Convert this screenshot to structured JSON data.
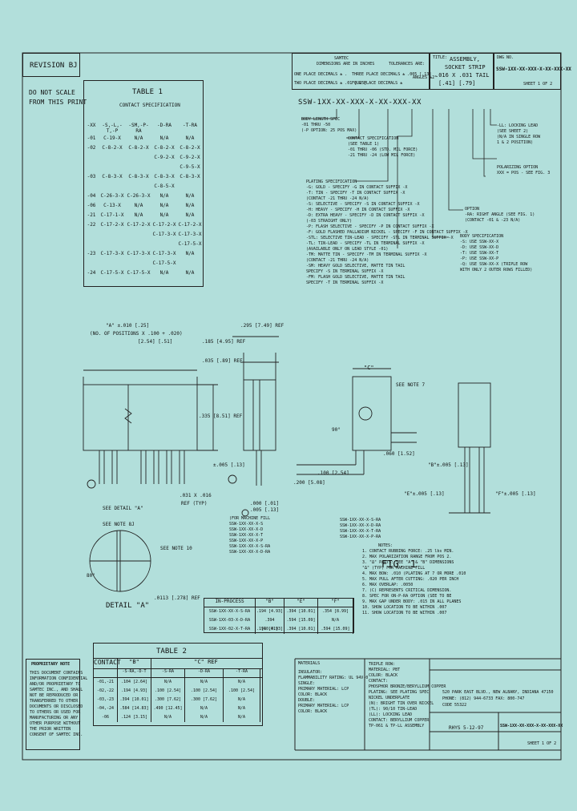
{
  "revision": "REVISION BJ",
  "do_not_scale": [
    "DO NOT SCALE",
    "FROM THIS PRINT"
  ],
  "table1": {
    "title": "TABLE 1",
    "subtitle": "CONTACT SPECIFICATION",
    "headers": [
      "-XX",
      "-S,-L,-T,-P",
      "-SM,-P-RA",
      "-D-RA",
      "-T-RA"
    ],
    "rows": [
      [
        "-01",
        "C-19-X",
        "N/A",
        "N/A",
        "N/A"
      ],
      [
        "-02",
        "C-8-2-X",
        "C-8-2-X",
        "C-8-2-X",
        "C-8-2-X"
      ],
      [
        "",
        "",
        "",
        "C-9-2-X",
        "C-9-2-X"
      ],
      [
        "",
        "",
        "",
        "",
        "C-9-5-X"
      ],
      [
        "-03",
        "C-8-3-X",
        "C-8-3-X",
        "C-8-3-X",
        "C-8-3-X"
      ],
      [
        "",
        "",
        "",
        "C-8-5-X",
        ""
      ],
      [
        "-04",
        "C-26-3-X",
        "C-26-3-X",
        "N/A",
        "N/A"
      ],
      [
        "-06",
        "C-13-X",
        "N/A",
        "N/A",
        "N/A"
      ],
      [
        "-21",
        "C-17-1-X",
        "N/A",
        "N/A",
        "N/A"
      ],
      [
        "-22",
        "C-17-2-X",
        "C-17-2-X",
        "C-17-2-X",
        "C-17-2-X"
      ],
      [
        "",
        "",
        "",
        "C-17-3-X",
        "C-17-3-X"
      ],
      [
        "",
        "",
        "",
        "",
        "C-17-5-X"
      ],
      [
        "-23",
        "C-17-3-X",
        "C-17-3-X",
        "C-17-3-X",
        "N/A"
      ],
      [
        "",
        "",
        "",
        "C-17-5-X",
        ""
      ],
      [
        "-24",
        "C-17-5-X",
        "C-17-5-X",
        "N/A",
        "N/A"
      ]
    ]
  },
  "tolerance": {
    "company": "SAMTEC",
    "lines": [
      "DIMENSIONS ARE IN INCHES",
      "TOLERANCES ARE:"
    ],
    "left": [
      "ONE PLACE DECIMALS ± .",
      "TWO PLACE DECIMALS ± .01 [.25]"
    ],
    "right": [
      "THREE PLACE DECIMALS ± .005 [.13]",
      "FOUR PLACE DECIMALS ±"
    ],
    "angles": "ANGLES ±2°"
  },
  "title_box": {
    "label": "TITLE:",
    "lines": [
      "ASSEMBLY,",
      "SOCKET STRIP",
      ".016 X .031 TAIL",
      "[.41] [.79]"
    ]
  },
  "dwg_box": {
    "label": "DWG NO.",
    "number": "SSW-1XX-XX-XXX-X-XX-XXX-XX",
    "sheet": "SHEET 1 OF 2"
  },
  "part_code": "SSW-1XX-XX-XXX-X-XX-XXX-XX",
  "callouts": [
    {
      "key": "body_length",
      "lines": [
        "BODY LENGTH SPEC",
        "-01 THRU -50",
        "(-P OPTION: 25 POS MAX)"
      ]
    },
    {
      "key": "contact_spec",
      "lines": [
        "CONTACT SPECIFICATION",
        "(SEE TABLE 1)",
        "-01 THRU -06 (STD. MIL FORCE)",
        "-21 THRU -24 (LOW MIL FORCE)"
      ]
    },
    {
      "key": "plating",
      "lines": [
        "PLATING SPECIFICATION",
        "-G: GOLD - SPECIFY -G IN CONTACT SUFFIX -X",
        "-T: TIN - SPECIFY -T IN CONTACT SUFFIX -X",
        "(CONTACT -21 THRU -24 N/A)",
        "-S: SELECTIVE - SPECIFY -S IN CONTACT SUFFIX -X",
        "-H: HEAVY - SPECIFY -H IN CONTACT SUFFIX -X",
        "-D: EXTRA HEAVY - SPECIFY -D IN CONTACT SUFFIX -X",
        "(-03 STRAIGHT ONLY)",
        "-P: FLASH SELECTIVE - SPECIFY -P IN CONTACT SUFFIX -X",
        "-F: GOLD FLASHED PALLADIUM NICKEL - SPECIFY -F IN CONTACT SUFFIX -X",
        "-STL: SELECTIVE TIN-LEAD - SPECIFY -STL IN TERMINAL SUFFIX -X",
        "-TL: TIN-LEAD - SPECIFY -TL IN TERMINAL SUFFIX -X",
        "(AVAILABLE ONLY ON LEAD STYLE -01)",
        "-TM: MATTE TIN - SPECIFY -TM IN TERMINAL SUFFIX -X",
        "(CONTACT -21 THRU -24 N/A)",
        "-SM: HEAVY GOLD SELECTIVE, MATTE TIN TAIL",
        "SPECIFY -S IN TERMINAL SUFFIX -X",
        "-FM: FLASH GOLD SELECTIVE, MATTE TIN TAIL",
        "SPECIFY -T IN TERMINAL SUFFIX -X"
      ]
    },
    {
      "key": "body_spec",
      "lines": [
        "BODY SPECIFICATION",
        "-S: USE SSW-XX-X",
        "-D: USE SSW-XX-D",
        "-T: USE SSW-XX-T",
        "-P: USE SSW-XX-P",
        "-Q: USE SSW-XX-X (TRIPLE ROW",
        "WITH ONLY 2 OUTER ROWS FILLED)"
      ]
    },
    {
      "key": "option",
      "lines": [
        "OPTION",
        "-RA: RIGHT ANGLE (SEE FIG. 1)",
        "(CONTACT -01 & -23 N/A)"
      ]
    },
    {
      "key": "polarizing",
      "lines": [
        "POLARIZING OPTION",
        "XXX = POS - SEE FIG. 3"
      ]
    },
    {
      "key": "locking",
      "lines": [
        "-LL: LOCKING LEAD",
        "(SEE SHEET 2)",
        "(N/A IN SINGLE ROW",
        "1 & 2 POSITION)"
      ]
    }
  ],
  "fig1_dims": {
    "a_label": "\"A\" ±.010 [.25]",
    "a_calc": "(NO. OF POSITIONS X .100 + .020)",
    "a_pitch": "[2.54] [.51]",
    "d_185": ".185 [4.95] REF",
    "d_295": ".295 [7.49] REF",
    "d_035": ".035 [.89] REF",
    "d_335": ".335 [8.51] REF",
    "c_label": "\"C\"",
    "see_note7": "SEE NOTE 7",
    "angle": "90°",
    "d_060": ".060 [1.52]",
    "d_100": ".100 [2.54]",
    "d_200": ".200 [5.08]",
    "b_tol": "\"B\"±.005 [.13]",
    "e_tol": "\"E\"±.005 [.13]",
    "f_tol": "\"F\"±.005 [.13]",
    "d_005": "±.005 [.13]",
    "d_031": ".031 X .016",
    "ref_typ": "REF (TYP)",
    "see_detail_a": "SEE DETAIL \"A\"",
    "see_note_8j": "SEE NOTE 8J",
    "see_note_10": "SEE NOTE 10",
    "d_0113": ".0113 [.278] REF",
    "angle_80": "80°",
    "detail_a": "DETAIL \"A\"",
    "machine_fill_tol": ".000 [.01]",
    "machine_fill_tol2": ".005 [.13]",
    "machine_fill": [
      "(FOR MACHINE FILL",
      "SSW-1XX-XX-X-S",
      "SSW-1XX-XX-X-D",
      "SSW-1XX-XX-X-T",
      "SSW-1XX-XX-X-P",
      "SSW-1XX-XX-X-S-RA",
      "SSW-1XX-XX-X-D-RA"
    ],
    "fig_label": "FIG. 1",
    "ra_variants": [
      "SSW-1XX-XX-X-S-RA",
      "SSW-1XX-XX-X-D-RA",
      "SSW-1XX-XX-X-T-RA",
      "SSW-1XX-XX-X-P-RA"
    ]
  },
  "in_process": {
    "headers": [
      "IN-PROCESS",
      "\"B\"",
      "\"E\"",
      "\"F\""
    ],
    "rows": [
      [
        "SSW-1XX-XX-X-S-RA",
        ".194 [4.93]",
        ".394 [10.01]",
        ".354 [8.99]"
      ],
      [
        "SSW-1XX-03-X-D-RA",
        ".394 [10.01]",
        ".594 [15.09]",
        "N/A"
      ],
      [
        "SSW-1XX-02-X-T-RA",
        ".194 [4.93]",
        ".394 [10.01]",
        ".594 [15.09]"
      ]
    ]
  },
  "table2": {
    "title": "TABLE 2",
    "headers_top": [
      "CONTACT",
      "\"B\"",
      "\"C\" REF"
    ],
    "headers_sub": [
      "-S-RA,-D-T",
      "-S-RA",
      "-D-RA",
      "-T-RA"
    ],
    "rows": [
      [
        "-01,-21",
        ".104 [2.64]",
        "N/A",
        "N/A",
        "N/A"
      ],
      [
        "-02,-22",
        ".194 [4.93]",
        ".100 [2.54]",
        ".100 [2.54]",
        ".100 [2.54]"
      ],
      [
        "-03,-23",
        ".394 [10.01]",
        ".300 [7.62]",
        ".300 [7.62]",
        "N/A"
      ],
      [
        "-04,-24",
        ".584 [14.83]",
        ".490 [12.45]",
        "N/A",
        "N/A"
      ],
      [
        "-06",
        ".124 [3.15]",
        "N/A",
        "N/A",
        "N/A"
      ]
    ]
  },
  "notes": {
    "title": "NOTES:",
    "items": [
      "1. CONTACT RUBBING FORCE: .25 lbs MIN.",
      "2. MAX POLARIZATION RANGE FROM POS 2.",
      "3. \"Δ\" PARTS: SEE \"A\" & \"B\" DIMENSIONS",
      "\"Δ\" (TYP) FOR MACHINE FILL",
      "4. MAX BOW: .010 (PLATING AT 7 OR MORE .010",
      "5. MAX PULL AFTER CUTTING: .020 PER INCH",
      "6. MAX OVERLAP: .0050",
      "7. (C) REPRESENTS CRITICAL DIMENSION.",
      "8. SPEC FOR ON-P-RA OPTION (SEE TO BE",
      "9. MAX GAP UNDER BODY: .015 IN ALL PLANES",
      "10. SHOW LOCATION TO BE WITHIN .007",
      "11. SHOW LOCATION TO BE WITHIN .007"
    ]
  },
  "materials": {
    "title": "MATERIALS",
    "left": [
      "INSULATOR:",
      "FLAMMABILITY RATING: UL 94V-0",
      "SINGLE:",
      "PRIMARY MATERIAL: LCP",
      "COLOR: BLACK",
      "",
      "DOUBLE:",
      "PRIMARY MATERIAL: LCP",
      "COLOR: BLACK"
    ],
    "right": [
      "TRIPLE ROW:",
      "MATERIAL: PBT",
      "COLOR: BLACK",
      "CONTACT:",
      "PHOSPHOR BRONZE/BERYLLIUM COPPER",
      "PLATING: SEE PLATING SPEC",
      "NICKEL UNDERPLATE",
      "(N): BRIGHT TIN OVER NICKEL",
      "(TL): 90/10 TIN-LEAD",
      "(LL): LOCKING LEAD",
      "CONTACT: BERYLLIUM COPPER",
      "TP-061 & TP-LL ASSEMBLY"
    ]
  },
  "company": {
    "lines": [
      "520 PARK EAST BLVD., NEW ALBANY, INDIANA 47150",
      "PHONE: (812) 944-6733  FAX: 800-747",
      "CODE 55322"
    ],
    "drawn": "RHYS 5-12-97",
    "dwg": "SSW-1XX-XX-XXX-X-XX-XXX-XX",
    "sheet": "SHEET 1 OF 2"
  },
  "proprietary": {
    "title": "PROPRIETARY NOTE",
    "lines": [
      "THIS DOCUMENT CONTAINS",
      "INFORMATION CONFIDENTIAL",
      "AND/OR PROPRIETARY TO",
      "SAMTEC INC., AND SHALL",
      "NOT BE REPRODUCED OR",
      "TRANSFERRED TO OTHER",
      "DOCUMENTS OR DISCLOSED",
      "TO OTHERS OR USED FOR",
      "MANUFACTURING OR ANY",
      "OTHER PURPOSE WITHOUT",
      "THE PRIOR WRITTEN",
      "CONSENT OF SAMTEC INC."
    ]
  },
  "accent_color": "#b2dfdb"
}
